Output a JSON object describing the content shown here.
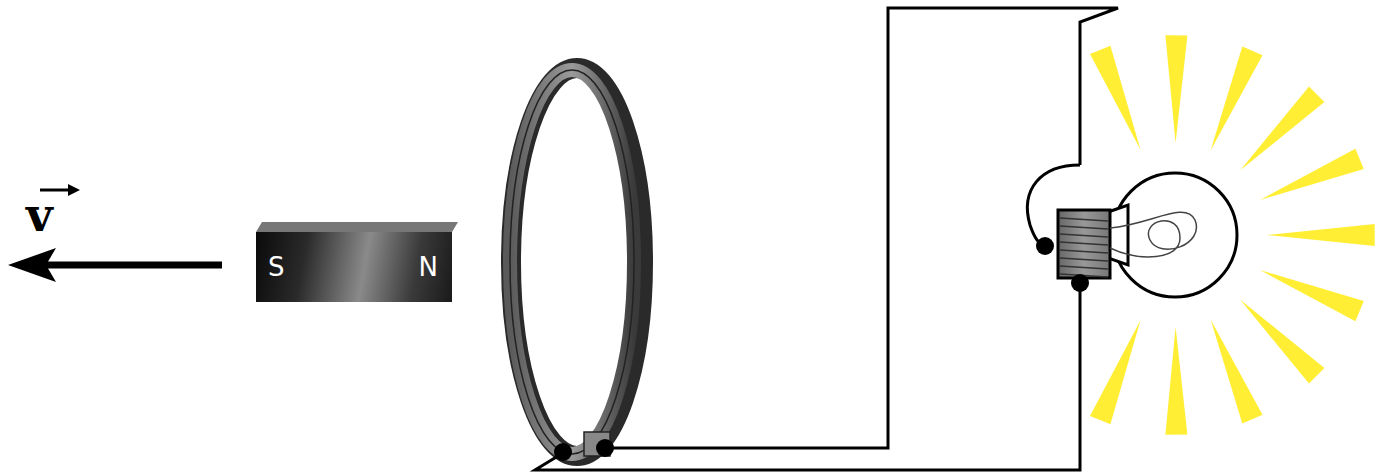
{
  "diagram": {
    "nodes": [
      {
        "text": [
          "S",
          "N"
        ]
      }
    ],
    "labels": [
      "v"
    ]
  }
}
